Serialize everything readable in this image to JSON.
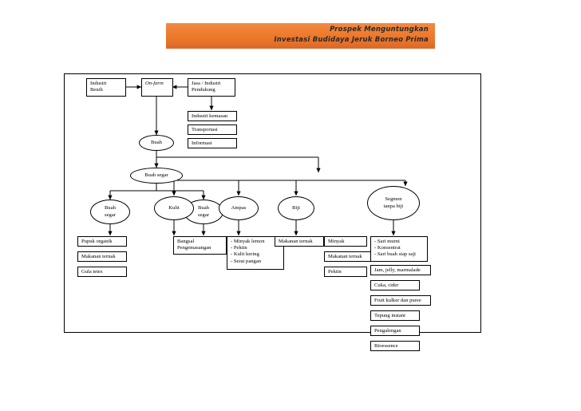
{
  "header": {
    "line1": "Prospek Menguntungkan",
    "line2": "Investasi Budidaya Jeruk Borneo Prima",
    "banner_color": "#ee7b2d"
  },
  "diagram": {
    "title": "Value chain jeruk Borneo Prima",
    "frame_color": "#000000",
    "nodes": {
      "industri_benih": "Industri\nBenih",
      "on_farm": "On-farm",
      "jasa_industri_pendukung": "Jasa / Industri\nPendukung",
      "industri_kemasan": "Industri kemasan",
      "transportasi": "Transportasi",
      "informasi": "Informasi",
      "buah": "Buah",
      "buah_segar_main": "Buah segar",
      "buah_segar_left": "Buah\nsegar",
      "buah_segar_right": "Buah\nsegar",
      "kulit": "Kulit",
      "ampas": "Ampas",
      "biji": "Biji",
      "segmen_tanpa_biji": "Segmen\ntanpa biji",
      "pupuk_organik": "Pupuk organik",
      "makanan_ternak_1": "Makanan ternak",
      "gula_tetes": "Gula tetes",
      "bangsal_pengemasangan": "Bangsal\nPengemasangan",
      "kulit_products": "- Minyak lemon\n- Pektin\n- Kulit kering\n- Serat pangan",
      "makanan_ternak_2": "Makanan ternak",
      "minyak": "Minyak",
      "makanan_ternak_3": "Makanan ternak",
      "pektin": "Pektin",
      "sari_products": "- Sari murni\n- Konsentrat\n- Sari buah siap saji",
      "jam_jelly_marmalade": "Jam, jelly, marmalade",
      "cuka_cider": "Cuka, cider",
      "fruit_kulker_dan_puree": "Fruit kulker dan puree",
      "tepung_instant": "Tepung instant",
      "pengalengan": "Pengalengan",
      "bioessence": "Bioessence"
    }
  }
}
